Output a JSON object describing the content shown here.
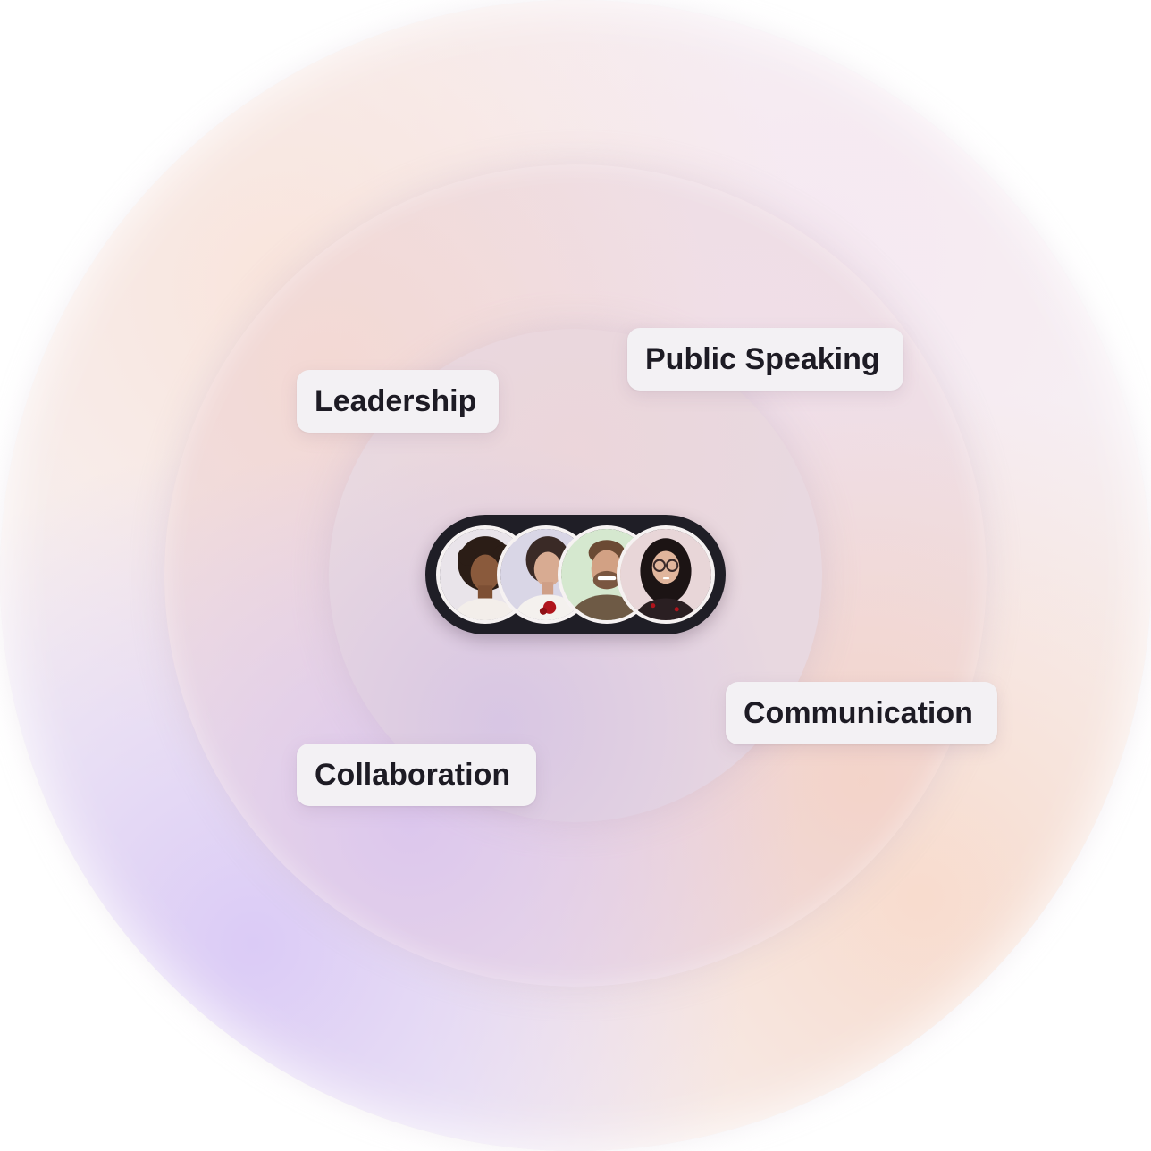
{
  "skills": {
    "leadership": "Leadership",
    "public_speaking": "Public Speaking",
    "communication": "Communication",
    "collaboration": "Collaboration"
  },
  "avatars": [
    {
      "name": "avatar-woman-curly-hair",
      "background": "#e9e4ea"
    },
    {
      "name": "avatar-woman-red-flower",
      "background": "#d9d6e6"
    },
    {
      "name": "avatar-man-smiling",
      "background": "#d5e8cf"
    },
    {
      "name": "avatar-woman-glasses",
      "background": "#e8d6d8"
    }
  ],
  "colors": {
    "tag_background": "#f3f1f4",
    "tag_text": "#1d1b24",
    "avatar_group_background": "#1f1e26"
  }
}
